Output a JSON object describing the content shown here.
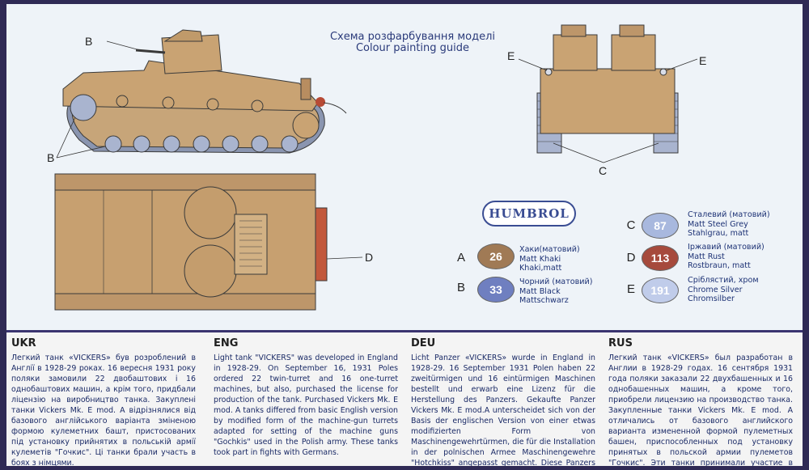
{
  "title": {
    "ukr": "Схема розфарбування моделі",
    "eng": "Colour painting guide"
  },
  "brand": "HUMBROL",
  "callouts": {
    "b": "B",
    "c": "C",
    "d": "D",
    "e": "E"
  },
  "paints": [
    {
      "letter": "A",
      "number": "26",
      "color": "#a07a55",
      "lines": [
        "Хаки(матовий)",
        "Matt Khaki",
        "Khaki,matt"
      ]
    },
    {
      "letter": "B",
      "number": "33",
      "color": "#6f7fc0",
      "lines": [
        "Чорний (матовий)",
        "Matt Black",
        "Mattschwarz"
      ]
    },
    {
      "letter": "C",
      "number": "87",
      "color": "#a8b8de",
      "lines": [
        "Сталевий (матовий)",
        "Matt Steel Grey",
        "Stahlgrau, matt"
      ]
    },
    {
      "letter": "D",
      "number": "113",
      "color": "#a64a3c",
      "lines": [
        "Іржавий (матовий)",
        "Matt Rust",
        "Rostbraun, matt"
      ]
    },
    {
      "letter": "E",
      "number": "191",
      "color": "#c0ccea",
      "lines": [
        "Сріблястий, хром",
        "Chrome Silver",
        "Chromsilber"
      ]
    }
  ],
  "descriptions": {
    "ukr": {
      "heading": "UKR",
      "text": "Легкий танк «VICKERS» був розроблений в Англії в 1928-29 роках. 16 вересня 1931 року поляки замовили 22 двобаштових і 16 однобаштових машин, а крім того, придбали ліцензію на виробництво танка. Закуплені танки Vickers Mk. E mod. А відрізнялися від базового англійського варіанта зміненою формою кулеметних башт, пристосованих під установку прийнятих в польській армії кулеметів \"Гочкис\". Ці танки брали участь в боях з німцями."
    },
    "eng": {
      "heading": "ENG",
      "text": "Light tank \"VICKERS\" was developed in England in 1928-29. On September 16, 1931 Poles ordered 22 twin-turret and 16 one-turret machines, but also, purchased the license for production of the tank. Purchased Vickers Mk. E mod. A tanks differed from basic English version by modified form of the machine-gun turrets adapted for setting of the machine guns \"Gochkis\" used in the Polish army. These tanks took part in fights with Germans."
    },
    "deu": {
      "heading": "DEU",
      "text": "Licht Panzer «VICKERS» wurde in England in 1928-29. 16 September 1931 Polen haben 22 zweitürmigen und 16 eintürmigen Maschinen bestellt und erwarb eine Lizenz für die Herstellung des Panzers. Gekaufte Panzer Vickers Mk. E mod.A unterscheidet sich von der Basis der englischen Version von einer etwas modifizierten Form von Maschinengewehrtürmen, die für die Installation in der polnischen Armee Maschinengewehre \"Hotchkiss\" angepasst gemacht. Diese Panzers wurden in den Kämpfen gegen die Deutschen beteiligt."
    },
    "rus": {
      "heading": "RUS",
      "text": "Легкий танк «VICKERS» был разработан в Англии в 1928-29 годах. 16 сентября 1931 года поляки заказали 22 двухбашенных и 16 однобашенных машин, а кроме того, приобрели лицензию на производство танка. Закупленные танки Vickers Mk. E mod. A отличались от базового английского варианта измененной формой пулеметных башен, приспособленных под установку принятых в польской армии пулеметов \"Гочкис\". Эти танки принимали участие в боях с немцами."
    }
  }
}
